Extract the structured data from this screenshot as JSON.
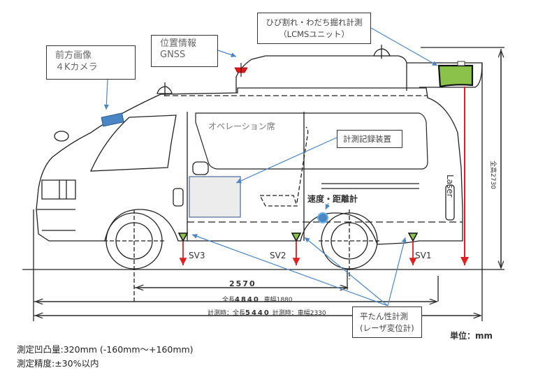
{
  "callouts": {
    "front_camera": {
      "line1": "前方画像",
      "line2": "４Kカメラ"
    },
    "gnss": {
      "line1": "位置情報",
      "line2": "GNSS"
    },
    "lcms": {
      "line1": "ひび割れ・わだち掘れ計測",
      "line2": "（LCMSユニット）"
    },
    "recorder": {
      "line1": "計測記録装置"
    },
    "flatness": {
      "line1": "平たん性計測",
      "line2": "(レーザ変位計)"
    }
  },
  "labels": {
    "operation_seat": "オペレーション席",
    "speed_distance": "速度・距離計",
    "sv3": "SV3",
    "sv2": "SV2",
    "sv1": "SV1",
    "laser": "Laser",
    "total_height": "全高2730",
    "unit": "単位：mm"
  },
  "dimensions": {
    "wheelbase": "2570",
    "length_prefix": "全長",
    "length_value": "4840",
    "width_text": "車幅1880",
    "measure_length_prefix": "計測時：全長",
    "measure_length_value": "5440",
    "measure_width_text": "計測時：車幅2330"
  },
  "notes": {
    "range": "測定凹凸量:320mm (-160mm〜+160mm)",
    "accuracy": "測定精度:±30%以内"
  },
  "colors": {
    "leader_line": "#4a86c5",
    "laser": "#e02020",
    "sensor_green": "#8bc34a",
    "gnss_red": "#e01818",
    "camera_blue": "#4a86c5",
    "recorder_fill": "#ececec"
  }
}
